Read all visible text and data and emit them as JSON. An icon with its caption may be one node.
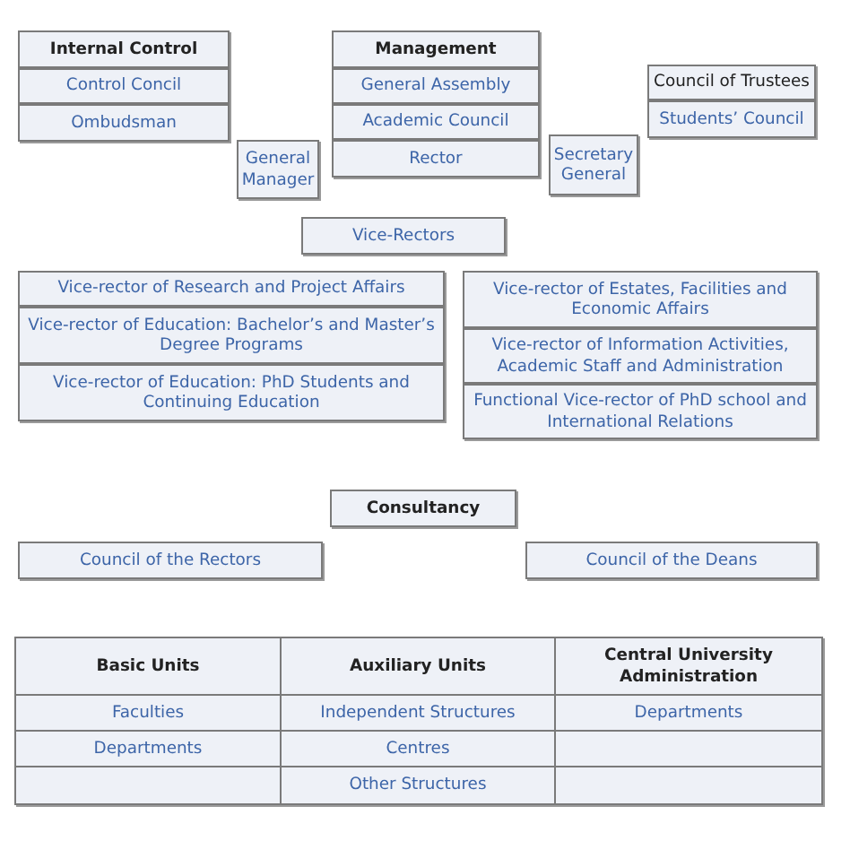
{
  "diagram": {
    "nodes": [
      {
        "text": [
          "Internal Control"
        ]
      },
      {
        "text": [
          "Control Concil"
        ]
      },
      {
        "text": [
          "Ombudsman"
        ]
      },
      {
        "text": [
          "Management"
        ]
      },
      {
        "text": [
          "General Assembly"
        ]
      },
      {
        "text": [
          "Academic Council"
        ]
      },
      {
        "text": [
          "Rector"
        ]
      },
      {
        "text": [
          "General Manager"
        ]
      },
      {
        "text": [
          "Secretary General"
        ]
      },
      {
        "text": [
          "Council of Trustees"
        ]
      },
      {
        "text": [
          "Students’ Council"
        ]
      },
      {
        "text": [
          "Vice-Rectors"
        ]
      },
      {
        "text": [
          "Vice-rector of Research and Project Affairs"
        ]
      },
      {
        "text": [
          "Vice-rector of Education: Bachelor’s and Master’s Degree Programs"
        ]
      },
      {
        "text": [
          "Vice-rector of Education: PhD Students and Continuing Education"
        ]
      },
      {
        "text": [
          "Vice-rector of Estates, Facilities and Economic Affairs"
        ]
      },
      {
        "text": [
          "Vice-rector of Information Activities, Academic Staff and Administration"
        ]
      },
      {
        "text": [
          "Functional Vice-rector of PhD school and International Relations"
        ]
      },
      {
        "text": [
          "Consultancy"
        ]
      },
      {
        "text": [
          "Council of the Rectors"
        ]
      },
      {
        "text": [
          "Council of the Deans"
        ]
      },
      {
        "text": [
          "Basic Units"
        ]
      },
      {
        "text": [
          "Auxiliary Units"
        ]
      },
      {
        "text": [
          "Central University Administration"
        ]
      },
      {
        "text": [
          "Faculties"
        ]
      },
      {
        "text": [
          "Independent Structures"
        ]
      },
      {
        "text": [
          "Departments"
        ]
      },
      {
        "text": [
          "Departments"
        ]
      },
      {
        "text": [
          "Centres"
        ]
      },
      {
        "text": [],
        "shape": "box"
      },
      {
        "text": [],
        "shape": "box"
      },
      {
        "text": [
          "Other Structures"
        ]
      },
      {
        "text": [],
        "shape": "box"
      }
    ]
  }
}
